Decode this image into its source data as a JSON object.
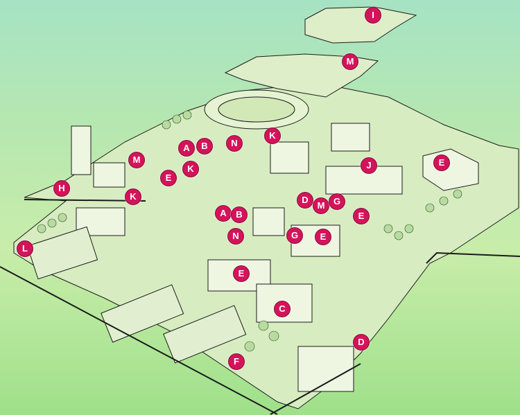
{
  "colors": {
    "marker_fill": "#d4145a",
    "outline": "#1a1a1a",
    "background_top": "#a6e3c4",
    "background_bottom": "#9fe08a"
  },
  "markers": {
    "I": "I",
    "M_top": "M",
    "K_top": "K",
    "N_top": "N",
    "B_top": "B",
    "A_top": "A",
    "M_left": "M",
    "K_mid": "K",
    "E_leftmid": "E",
    "H": "H",
    "K_left": "K",
    "J": "J",
    "E_right": "E",
    "D_mid": "D",
    "M_mid": "M",
    "G_mid": "G",
    "E_midright": "E",
    "A_mid": "A",
    "B_mid": "B",
    "N_mid": "N",
    "G_lower": "G",
    "E_lower": "E",
    "L": "L",
    "E_center": "E",
    "C": "C",
    "D_bottom": "D",
    "F": "F"
  }
}
